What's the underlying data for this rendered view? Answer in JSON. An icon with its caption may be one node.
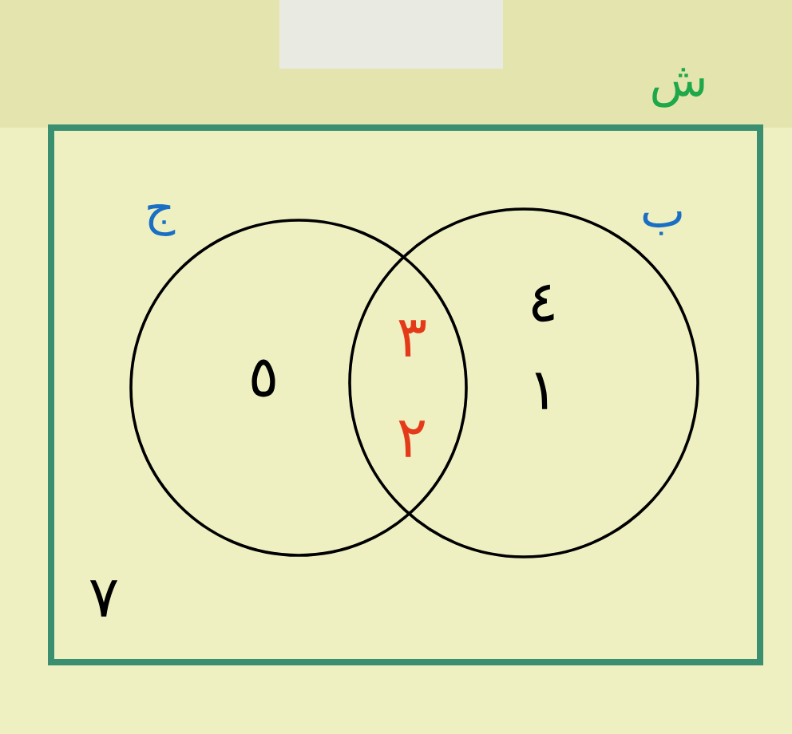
{
  "diagram": {
    "nodes": [
      {
        "text": [
          "ش"
        ]
      },
      {
        "text": [
          "ج"
        ],
        "in": 0
      },
      {
        "text": [
          "ب"
        ],
        "in": 0
      }
    ],
    "labels": [
      "٤",
      "٣",
      "٥",
      "١",
      "٢",
      "٧"
    ]
  }
}
